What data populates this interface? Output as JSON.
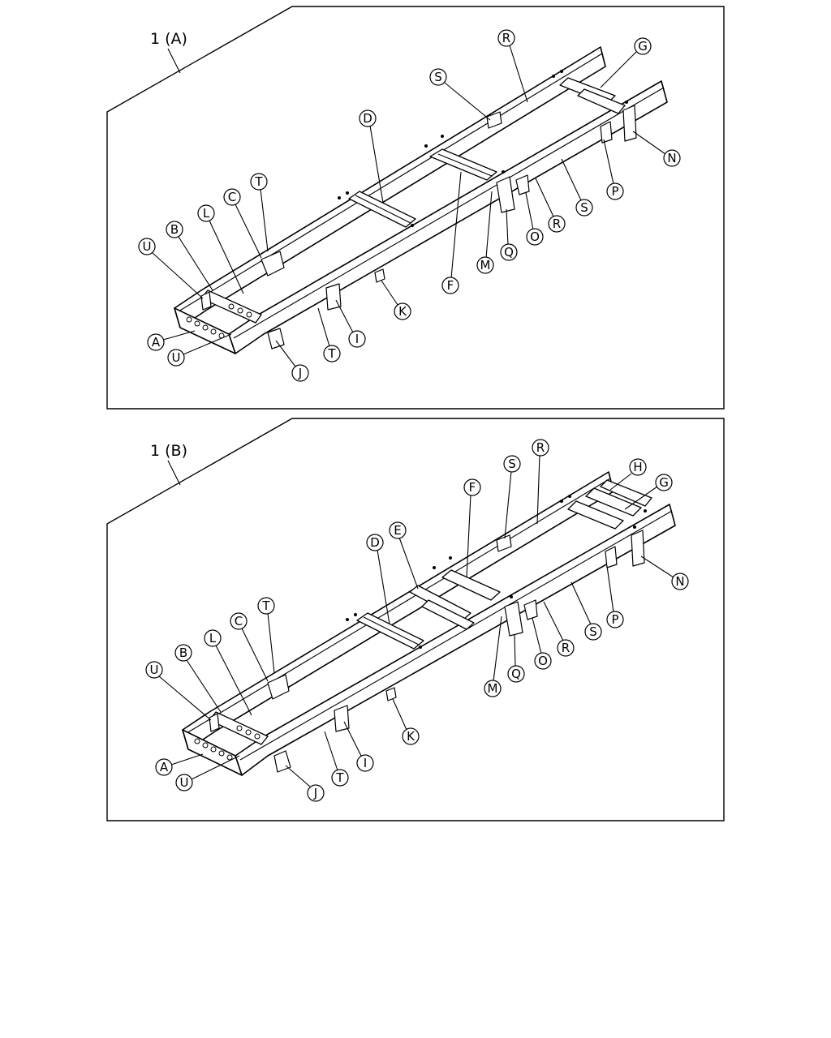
{
  "panels": [
    {
      "title": "1 (A)",
      "callouts": {
        "A": "A",
        "B": "B",
        "C": "C",
        "D": "D",
        "F": "F",
        "G": "G",
        "I": "I",
        "J": "J",
        "K": "K",
        "L": "L",
        "M": "M",
        "N": "N",
        "O": "O",
        "P": "P",
        "Q": "Q",
        "R1": "R",
        "R2": "R",
        "S1": "S",
        "S2": "S",
        "T1": "T",
        "T2": "T",
        "U1": "U",
        "U2": "U"
      }
    },
    {
      "title": "1 (B)",
      "callouts": {
        "A": "A",
        "B": "B",
        "C": "C",
        "D": "D",
        "E": "E",
        "F": "F",
        "G": "G",
        "H": "H",
        "I": "I",
        "J": "J",
        "K": "K",
        "L": "L",
        "M": "M",
        "N": "N",
        "O": "O",
        "P": "P",
        "Q": "Q",
        "R1": "R",
        "R2": "R",
        "S1": "S",
        "S2": "S",
        "T1": "T",
        "T2": "T",
        "U1": "U",
        "U2": "U"
      }
    }
  ]
}
